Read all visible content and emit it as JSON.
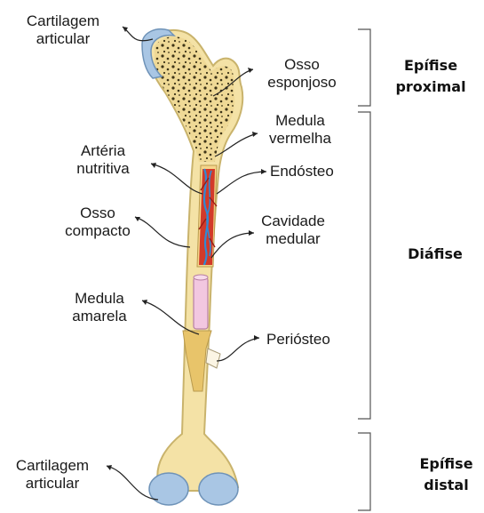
{
  "labels": {
    "cartilagem_top_1": "Cartilagem",
    "cartilagem_top_2": "articular",
    "osso_esponjoso_1": "Osso",
    "osso_esponjoso_2": "esponjoso",
    "medula_vermelha_1": "Medula",
    "medula_vermelha_2": "vermelha",
    "arteria_1": "Artéria",
    "arteria_2": "nutritiva",
    "endosteo": "Endósteo",
    "osso_compacto_1": "Osso",
    "osso_compacto_2": "compacto",
    "cavidade_1": "Cavidade",
    "cavidade_2": "medular",
    "medula_amarela_1": "Medula",
    "medula_amarela_2": "amarela",
    "periosteo": "Periósteo",
    "cartilagem_bottom_1": "Cartilagem",
    "cartilagem_bottom_2": "articular"
  },
  "regions": {
    "epifise_proximal_1": "Epífise",
    "epifise_proximal_2": "proximal",
    "diafise": "Diáfise",
    "epifise_distal_1": "Epífise",
    "epifise_distal_2": "distal"
  },
  "colors": {
    "bone": "#f4e2a6",
    "bone_outline": "#c9b36c",
    "spongy_dots": "#3d3418",
    "cartilage": "#a9c6e4",
    "red_marrow": "#d23a2a",
    "vessel_blue": "#2f8bd6",
    "yellow_marrow": "#f2c7e0"
  }
}
